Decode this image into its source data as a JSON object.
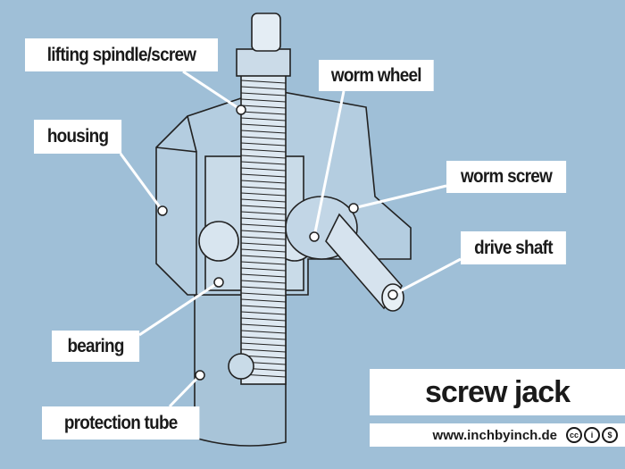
{
  "title": "screw jack",
  "website": "www.inchbyinch.de",
  "license_icons": [
    "cc-icon",
    "by-icon",
    "nc-icon"
  ],
  "labels": {
    "spindle": "lifting spindle/screw",
    "worm_wheel": "worm wheel",
    "housing": "housing",
    "worm_screw": "worm screw",
    "drive_shaft": "drive shaft",
    "bearing": "bearing",
    "protection_tube": "protection tube"
  },
  "colors": {
    "background": "#9fbfd7",
    "label_bg": "#ffffff",
    "text": "#1a1a1a"
  }
}
